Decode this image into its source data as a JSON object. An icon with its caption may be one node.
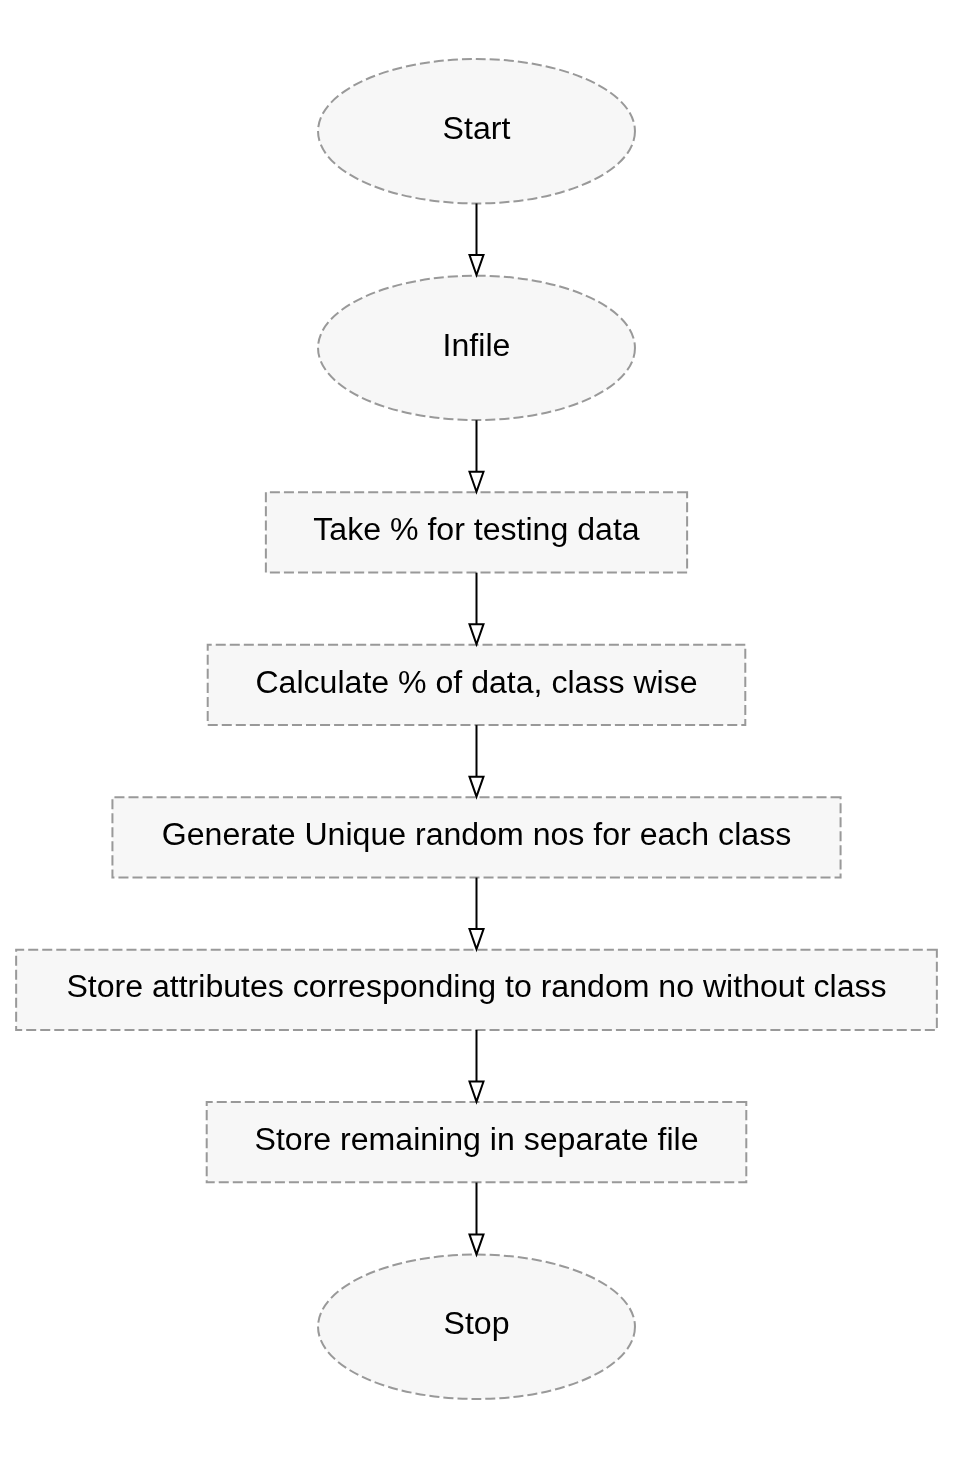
{
  "diagram": {
    "nodes": [
      {
        "text": [
          "Start"
        ]
      },
      {
        "text": [
          "Infile"
        ]
      },
      {
        "text": [
          "Take % for testing data"
        ]
      },
      {
        "text": [
          "Calculate % of data, class wise"
        ]
      },
      {
        "text": [
          "Generate Unique random nos for each class"
        ]
      },
      {
        "text": [
          "Store attributes corresponding to random no without class"
        ]
      },
      {
        "text": [
          "Store remaining in separate file"
        ]
      },
      {
        "text": [
          "Stop"
        ]
      }
    ],
    "edges": [
      {
        "from": 0,
        "to": 1,
        "arrow": "to"
      },
      {
        "from": 1,
        "to": 2,
        "arrow": "to"
      },
      {
        "from": 2,
        "to": 3,
        "arrow": "to"
      },
      {
        "from": 3,
        "to": 4,
        "arrow": "to"
      },
      {
        "from": 4,
        "to": 5,
        "arrow": "to"
      },
      {
        "from": 5,
        "to": 6,
        "arrow": "to"
      },
      {
        "from": 6,
        "to": 7,
        "arrow": "to"
      }
    ]
  }
}
